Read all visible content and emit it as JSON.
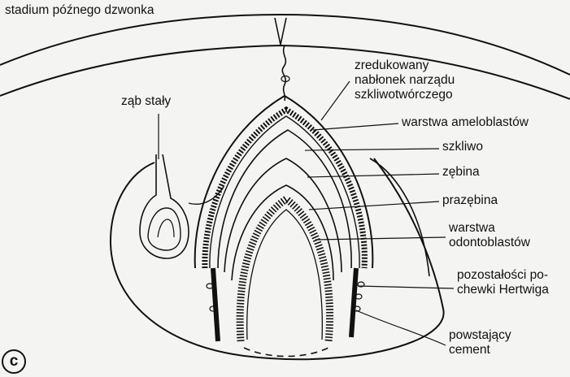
{
  "figure": {
    "title": "stadium późnego dzwonka",
    "panel_letter": "c"
  },
  "labels": {
    "permanent_tooth": "ząb stały",
    "reduced_enamel_epithelium": [
      "zredukowany",
      "nabłonek narządu",
      "szkliwotwórczego"
    ],
    "ameloblast_layer": "warstwa ameloblastów",
    "enamel": "szkliwo",
    "dentin": "zębina",
    "predentin": "prazębina",
    "odontoblast_layer": [
      "warstwa",
      "odontoblastów"
    ],
    "hertwig_sheath_remnants": [
      "pozostałości po-",
      "chewki Hertwiga"
    ],
    "forming_cementum": [
      "powstający",
      "cement"
    ]
  },
  "colors": {
    "ink": "#111111",
    "paper": "#f4f4f2",
    "background_tissue": "#ffffff"
  }
}
